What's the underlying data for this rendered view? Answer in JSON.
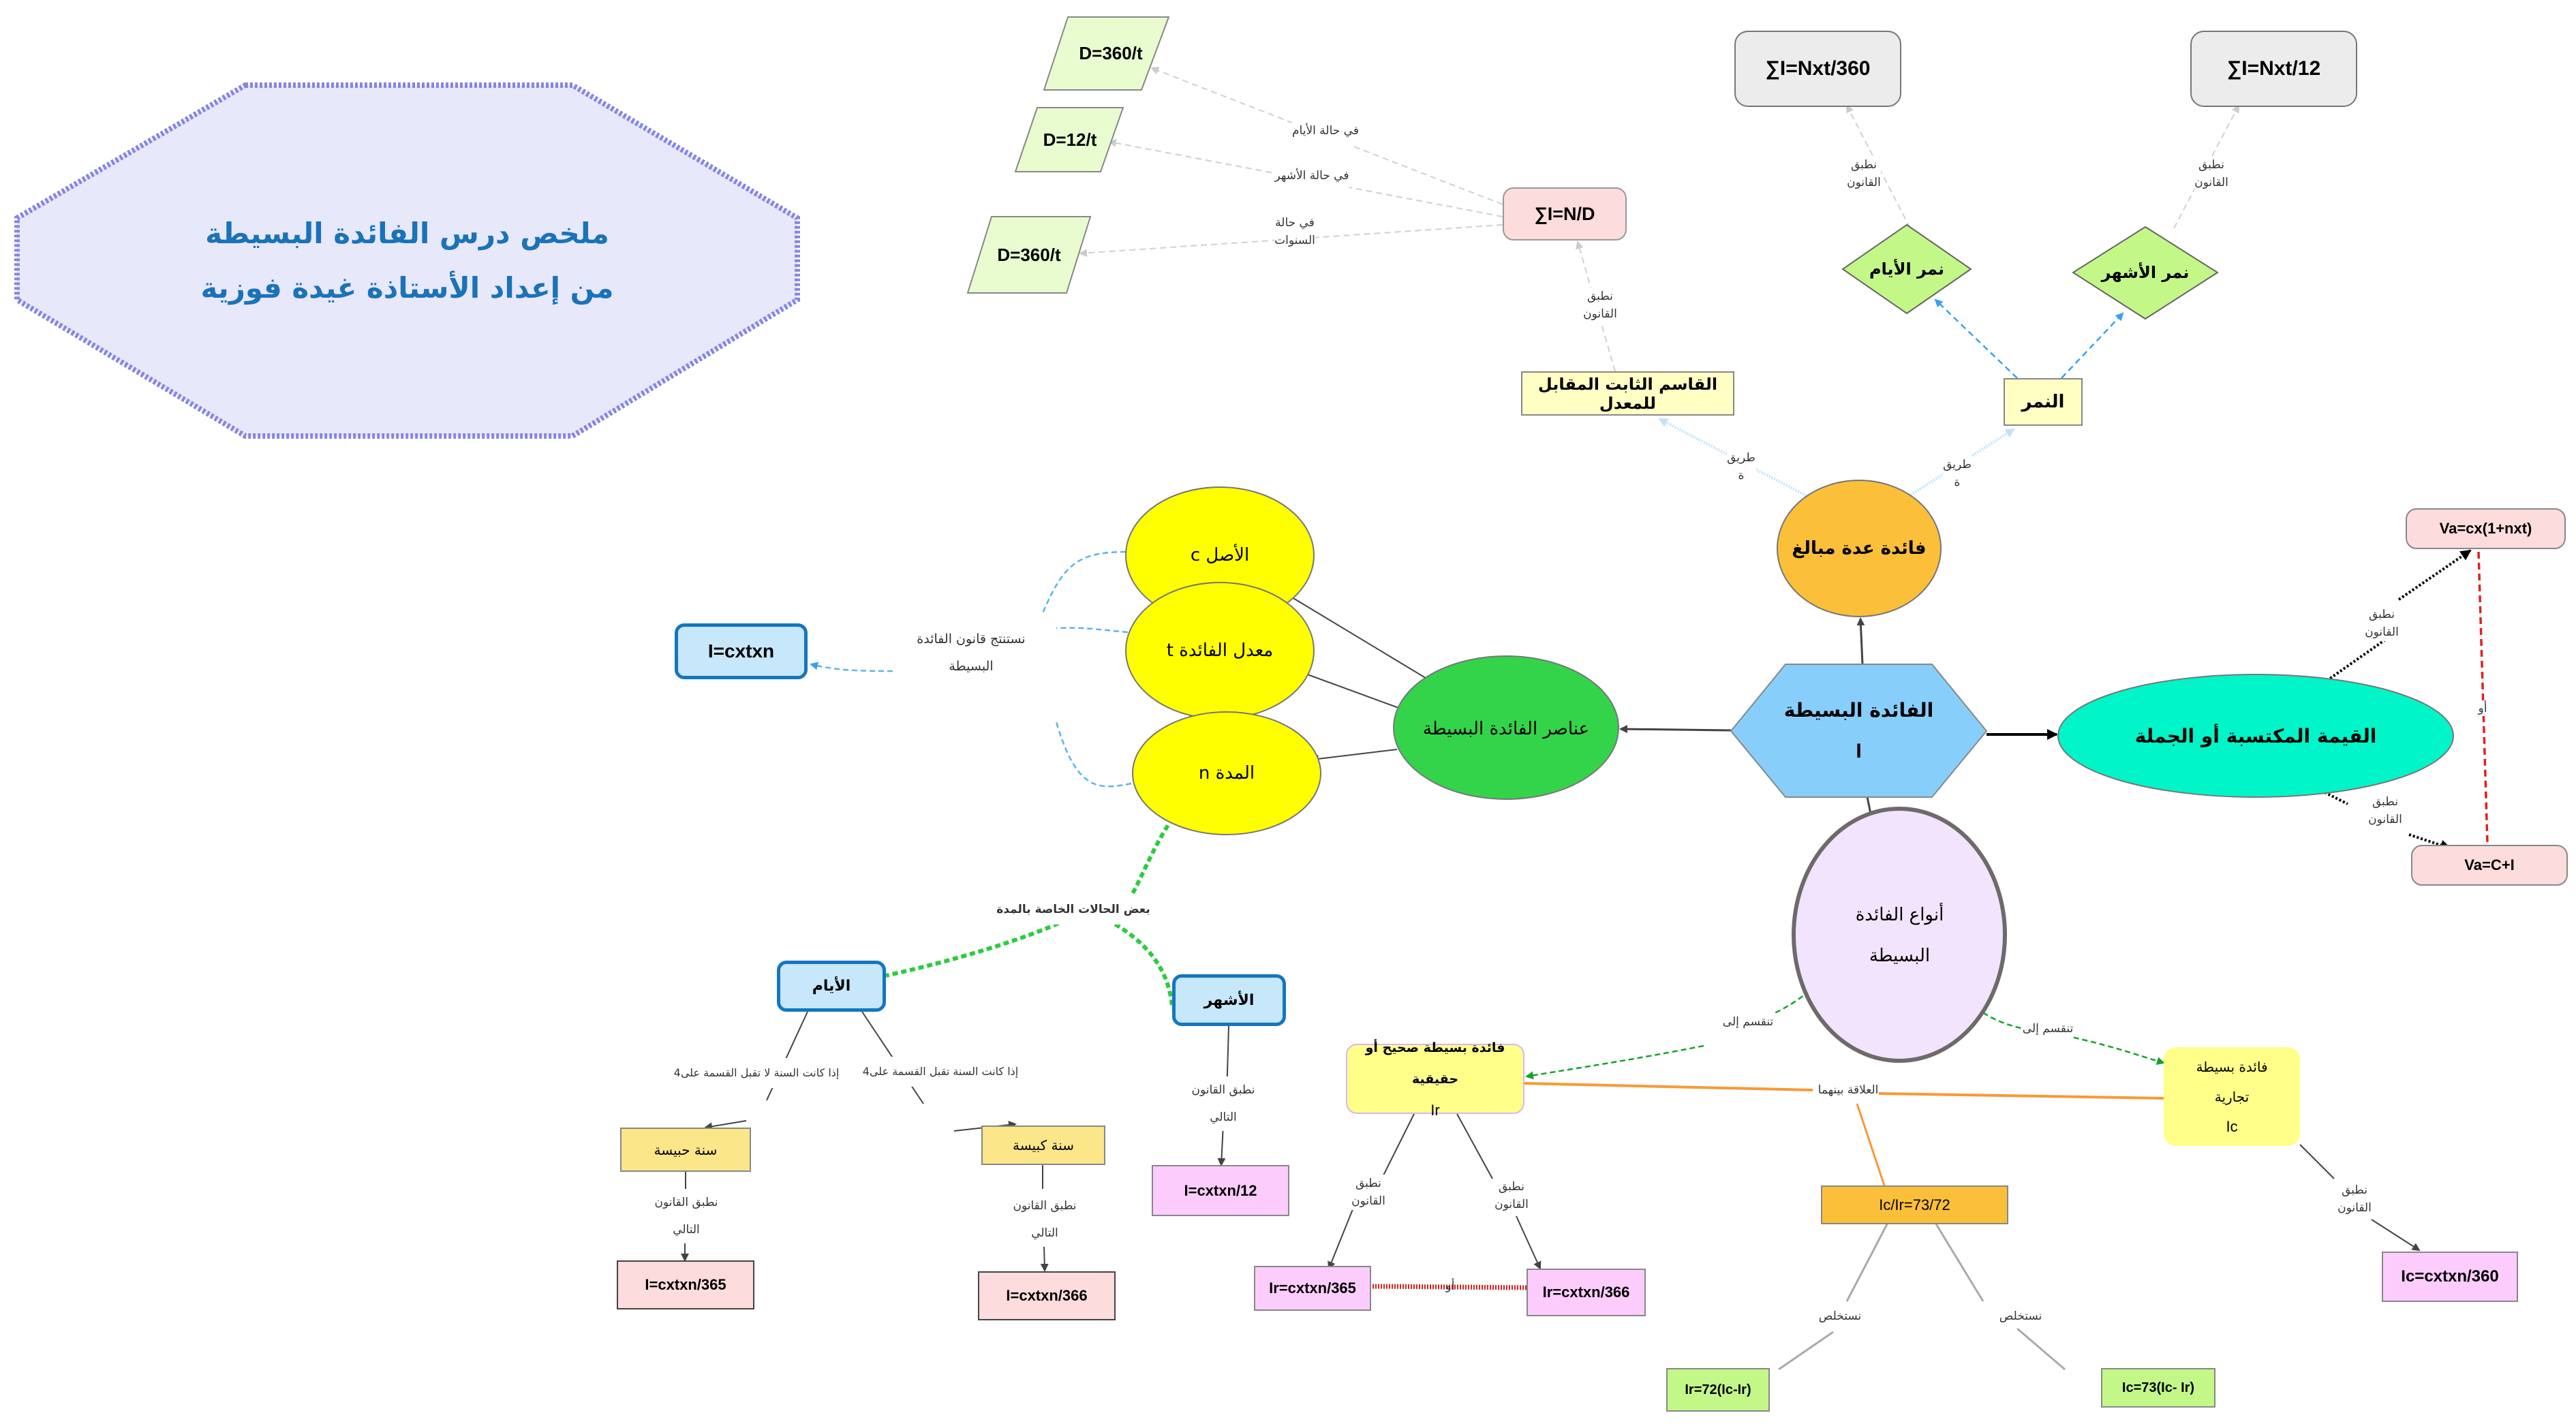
{
  "title": {
    "line1": "ملخص درس الفائدة البسيطة",
    "line2": "من إعداد الأستاذة غيدة فوزية"
  },
  "colors": {
    "title_fill": "#e8e8fb",
    "title_border": "#8585e8",
    "title_text": "#1a73b8",
    "central": "#87cefa",
    "elements": "#33d44a",
    "yellow_ellipse": "#ffff00",
    "orange": "#fbbf3a",
    "teal": "#00f5c8",
    "lavender": "#f2e4fd",
    "pink_formula": "#fccdfc",
    "rose_formula": "#fcdcdc",
    "gray_formula": "#ececec",
    "green_formula": "#c3f788",
    "pale_yellow": "#ffffc4",
    "light_yellow": "#ffff8a",
    "gold": "#fbe68a",
    "blue_box": "#c7e7fb",
    "blue_border": "#1476c0"
  },
  "nodes": {
    "central": {
      "line1": "الفائدة البسيطة",
      "line2": "I"
    },
    "multi_amounts": "فائدة عدة مبالغ",
    "constant_divisor": "القاسم الثابت المقابل للمعدل",
    "numbers": "النمر",
    "day_numbers": "نمر الأيام",
    "month_numbers": "نمر الأشهر",
    "sum_days": "∑I=Nxt/360",
    "sum_months": "∑I=Nxt/12",
    "sum_nd": "∑I=N/D",
    "d_days": "D=360/t",
    "d_months": "D=12/t",
    "d_years": "D=360/t",
    "acquired_value": "القيمة المكتسبة أو الجملة",
    "va_formula1": "Va=cx(1+nxt)",
    "va_formula2": "Va=C+I",
    "elements": "عناصر الفائدة البسيطة",
    "principal": "الأصل c",
    "rate": "معدل الفائدة t",
    "duration": "المدة n",
    "simple_formula": "I=cxtxn",
    "types": {
      "line1": "أنواع الفائدة",
      "line2": "البسيطة"
    },
    "real_interest": {
      "line1": "فائدة بسيطة صحيح أو حقيقية",
      "line2": "Ir"
    },
    "commercial_interest": {
      "line1": "فائدة بسيطة",
      "line2": "تجارية",
      "line3": "Ic"
    },
    "ratio": "Ic/Ir=73/72",
    "ir_365": "Ir=cxtxn/365",
    "ir_366": "Ir=cxtxn/366",
    "ir_72": "Ir=72(Ic-Ir)",
    "ic_73": "Ic=73(Ic-  Ir)",
    "ic_360": "Ic=cxtxn/360",
    "days": "الأيام",
    "months": "الأشهر",
    "common_year": "سنة حبيسة",
    "leap_year": "سنة كبيسة",
    "i_12": "I=cxtxn/12",
    "i_365": "I=cxtxn/365",
    "i_366": "I=cxtxn/366"
  },
  "edge_labels": {
    "case_days": "في حالة الأيام",
    "case_months": "في حالة الأشهر",
    "case_years_1": "في حالة",
    "case_years_2": "السنوات",
    "apply_1": "نطبق",
    "apply_2": "القانون",
    "method_1": "طريق",
    "method_2": "ة",
    "or": "أو",
    "deduce_1": "نستنتج قانون الفائدة",
    "deduce_2": "البسيطة",
    "special_cases": "بعض الحالات الخاصة بالمدة",
    "not_div4": "إذا كانت السنة لا تقبل القسمة على4",
    "div4": "إذا كانت السنة تقبل القسمة على4",
    "apply_next_1": "نطبق القانون",
    "apply_next_2": "التالي",
    "divides_into": "تنقسم إلى",
    "relation": "العلاقة بينهما",
    "we_deduce": "نستخلص"
  }
}
